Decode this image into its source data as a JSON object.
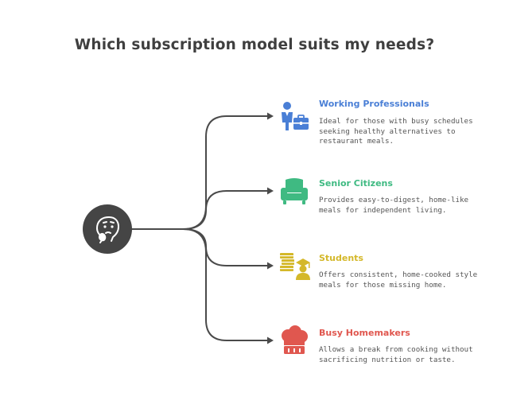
{
  "title": "Which subscription model suits my needs?",
  "colors": {
    "connector": "#4a4a4a",
    "hub": "#454545",
    "professionals": "#4a7fd6",
    "seniors": "#3fba82",
    "students": "#d4b82a",
    "homemakers": "#e0574f"
  },
  "hub": {
    "icon": "thinking-face-icon"
  },
  "items": [
    {
      "title": "Working Professionals",
      "description": "Ideal for those with busy schedules\nseeking healthy alternatives to\nrestaurant meals.",
      "icon": "businessman-briefcase-icon",
      "color": "#4a7fd6"
    },
    {
      "title": "Senior Citizens",
      "description": "Provides easy-to-digest, home-like\nmeals for independent living.",
      "icon": "armchair-icon",
      "color": "#3fba82"
    },
    {
      "title": "Students",
      "description": "Offers consistent, home-cooked style\nmeals for those missing home.",
      "icon": "student-books-icon",
      "color": "#d4b82a"
    },
    {
      "title": "Busy Homemakers",
      "description": "Allows a break from cooking without\nsacrificing nutrition or taste.",
      "icon": "chef-hat-icon",
      "color": "#e0574f"
    }
  ]
}
